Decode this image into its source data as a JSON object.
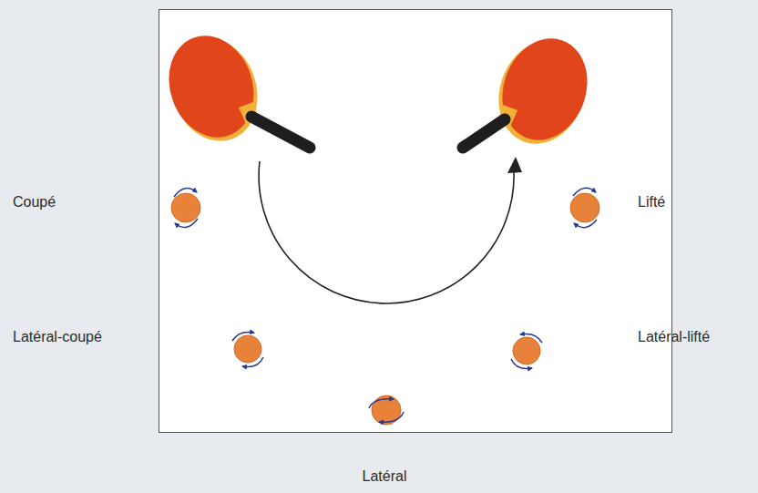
{
  "diagram": {
    "labels": [
      "Coupé",
      "Lifté",
      "Latéral-coupé",
      "Latéral-lifté",
      "Latéral"
    ]
  }
}
